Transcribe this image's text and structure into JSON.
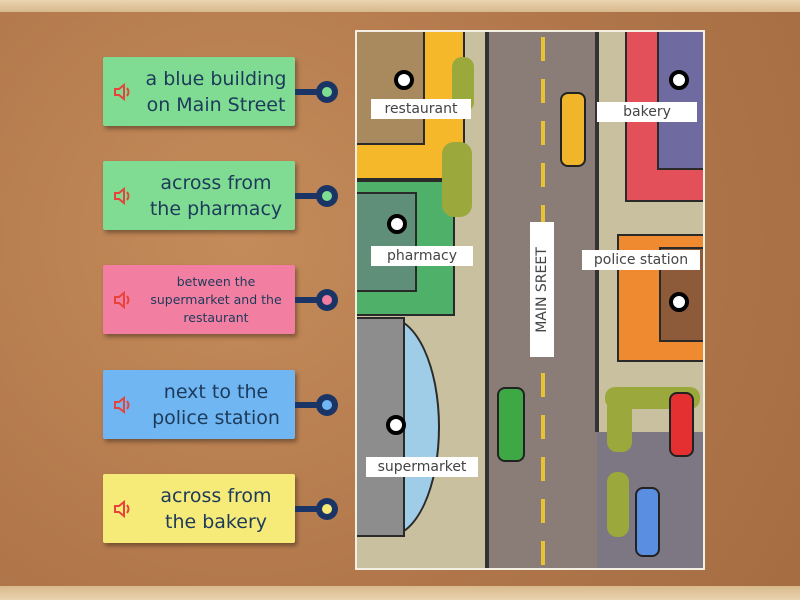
{
  "cards": [
    {
      "text": "a blue building on Main Street",
      "color": "#7fdc92",
      "knob": "#7fdc92",
      "icon": "speaker-icon"
    },
    {
      "text": "across from the pharmacy",
      "color": "#7fdc92",
      "knob": "#7fdc92",
      "icon": "speaker-icon"
    },
    {
      "text": "between the supermarket and the restaurant",
      "color": "#f27fa2",
      "knob": "#f27fa2",
      "icon": "speaker-icon"
    },
    {
      "text": "next to the police station",
      "color": "#6fb6f2",
      "knob": "#6fb6f2",
      "icon": "speaker-icon"
    },
    {
      "text": "across from the bakery",
      "color": "#f6ea78",
      "knob": "#f6ea78",
      "icon": "speaker-icon"
    }
  ],
  "map": {
    "labels": {
      "restaurant": "restaurant",
      "bakery": "bakery",
      "pharmacy": "pharmacy",
      "police": "police station",
      "supermarket": "supermarket",
      "street": "MAIN SREET"
    }
  }
}
